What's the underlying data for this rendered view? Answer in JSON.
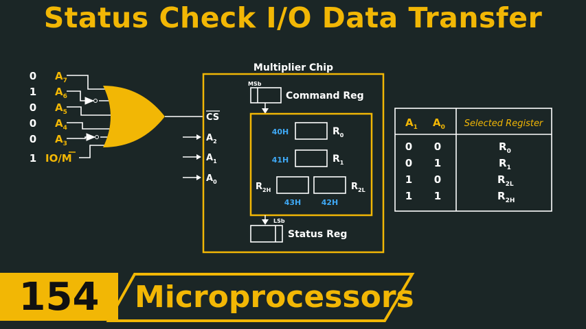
{
  "title": "Status Check I/O Data Transfer",
  "decoder": {
    "bits": [
      "0",
      "1",
      "0",
      "0",
      "0",
      "1"
    ],
    "lines": [
      "A7",
      "A6",
      "A5",
      "A4",
      "A3",
      "IO/M̄"
    ]
  },
  "chip": {
    "label": "Multiplier Chip",
    "cs": "CS",
    "pins": [
      "A2",
      "A1",
      "A0"
    ],
    "command_reg": "Command Reg",
    "msb": "MSb",
    "lsb": "LSb",
    "status_reg": "Status Reg",
    "registers": [
      {
        "addr": "40H",
        "name": "R0"
      },
      {
        "addr": "41H",
        "name": "R1"
      }
    ],
    "r2h": {
      "name": "R2H",
      "addr": "43H"
    },
    "r2l": {
      "name": "R2L",
      "addr": "42H"
    }
  },
  "table": {
    "headers": [
      "A1",
      "A0",
      "Selected Register"
    ],
    "rows": [
      [
        "0",
        "0",
        "R0"
      ],
      [
        "0",
        "1",
        "R1"
      ],
      [
        "1",
        "0",
        "R2L"
      ],
      [
        "1",
        "1",
        "R2H"
      ]
    ]
  },
  "footer": {
    "number": "154",
    "topic": "Microprocessors"
  },
  "colors": {
    "accent": "#f2b705",
    "background": "#1b2626",
    "address": "#3fa9f5"
  }
}
